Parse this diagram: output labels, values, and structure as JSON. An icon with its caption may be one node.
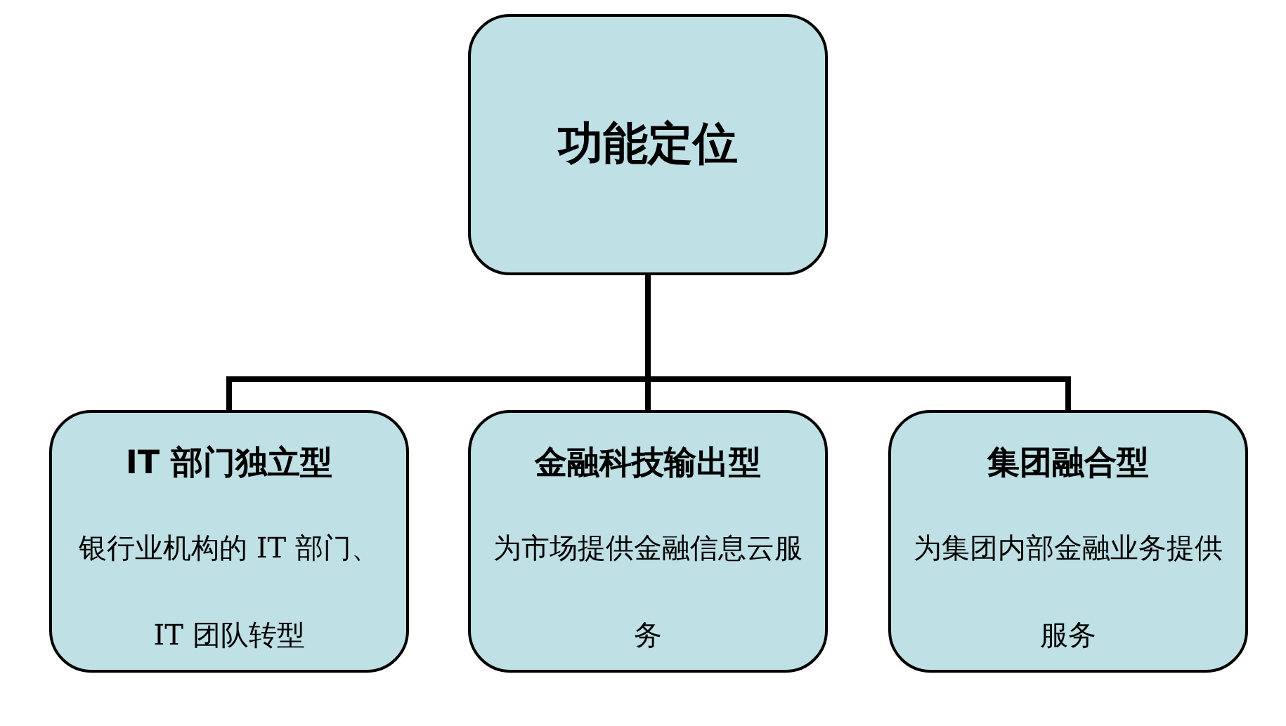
{
  "diagram": {
    "nodes": [
      {
        "text": [
          "功能定位"
        ]
      },
      {
        "text": [
          "IT 部门独立型",
          "银行业机构的 IT 部门、IT 团队转型"
        ]
      },
      {
        "text": [
          "金融科技输出型",
          "为市场提供金融信息云服务"
        ]
      },
      {
        "text": [
          "集团融合型",
          "为集团内部金融业务提供服务"
        ]
      }
    ],
    "edges": [
      {
        "from": 0,
        "to": 1,
        "arrow": "none"
      },
      {
        "from": 0,
        "to": 2,
        "arrow": "none"
      },
      {
        "from": 0,
        "to": 3,
        "arrow": "none"
      }
    ]
  }
}
